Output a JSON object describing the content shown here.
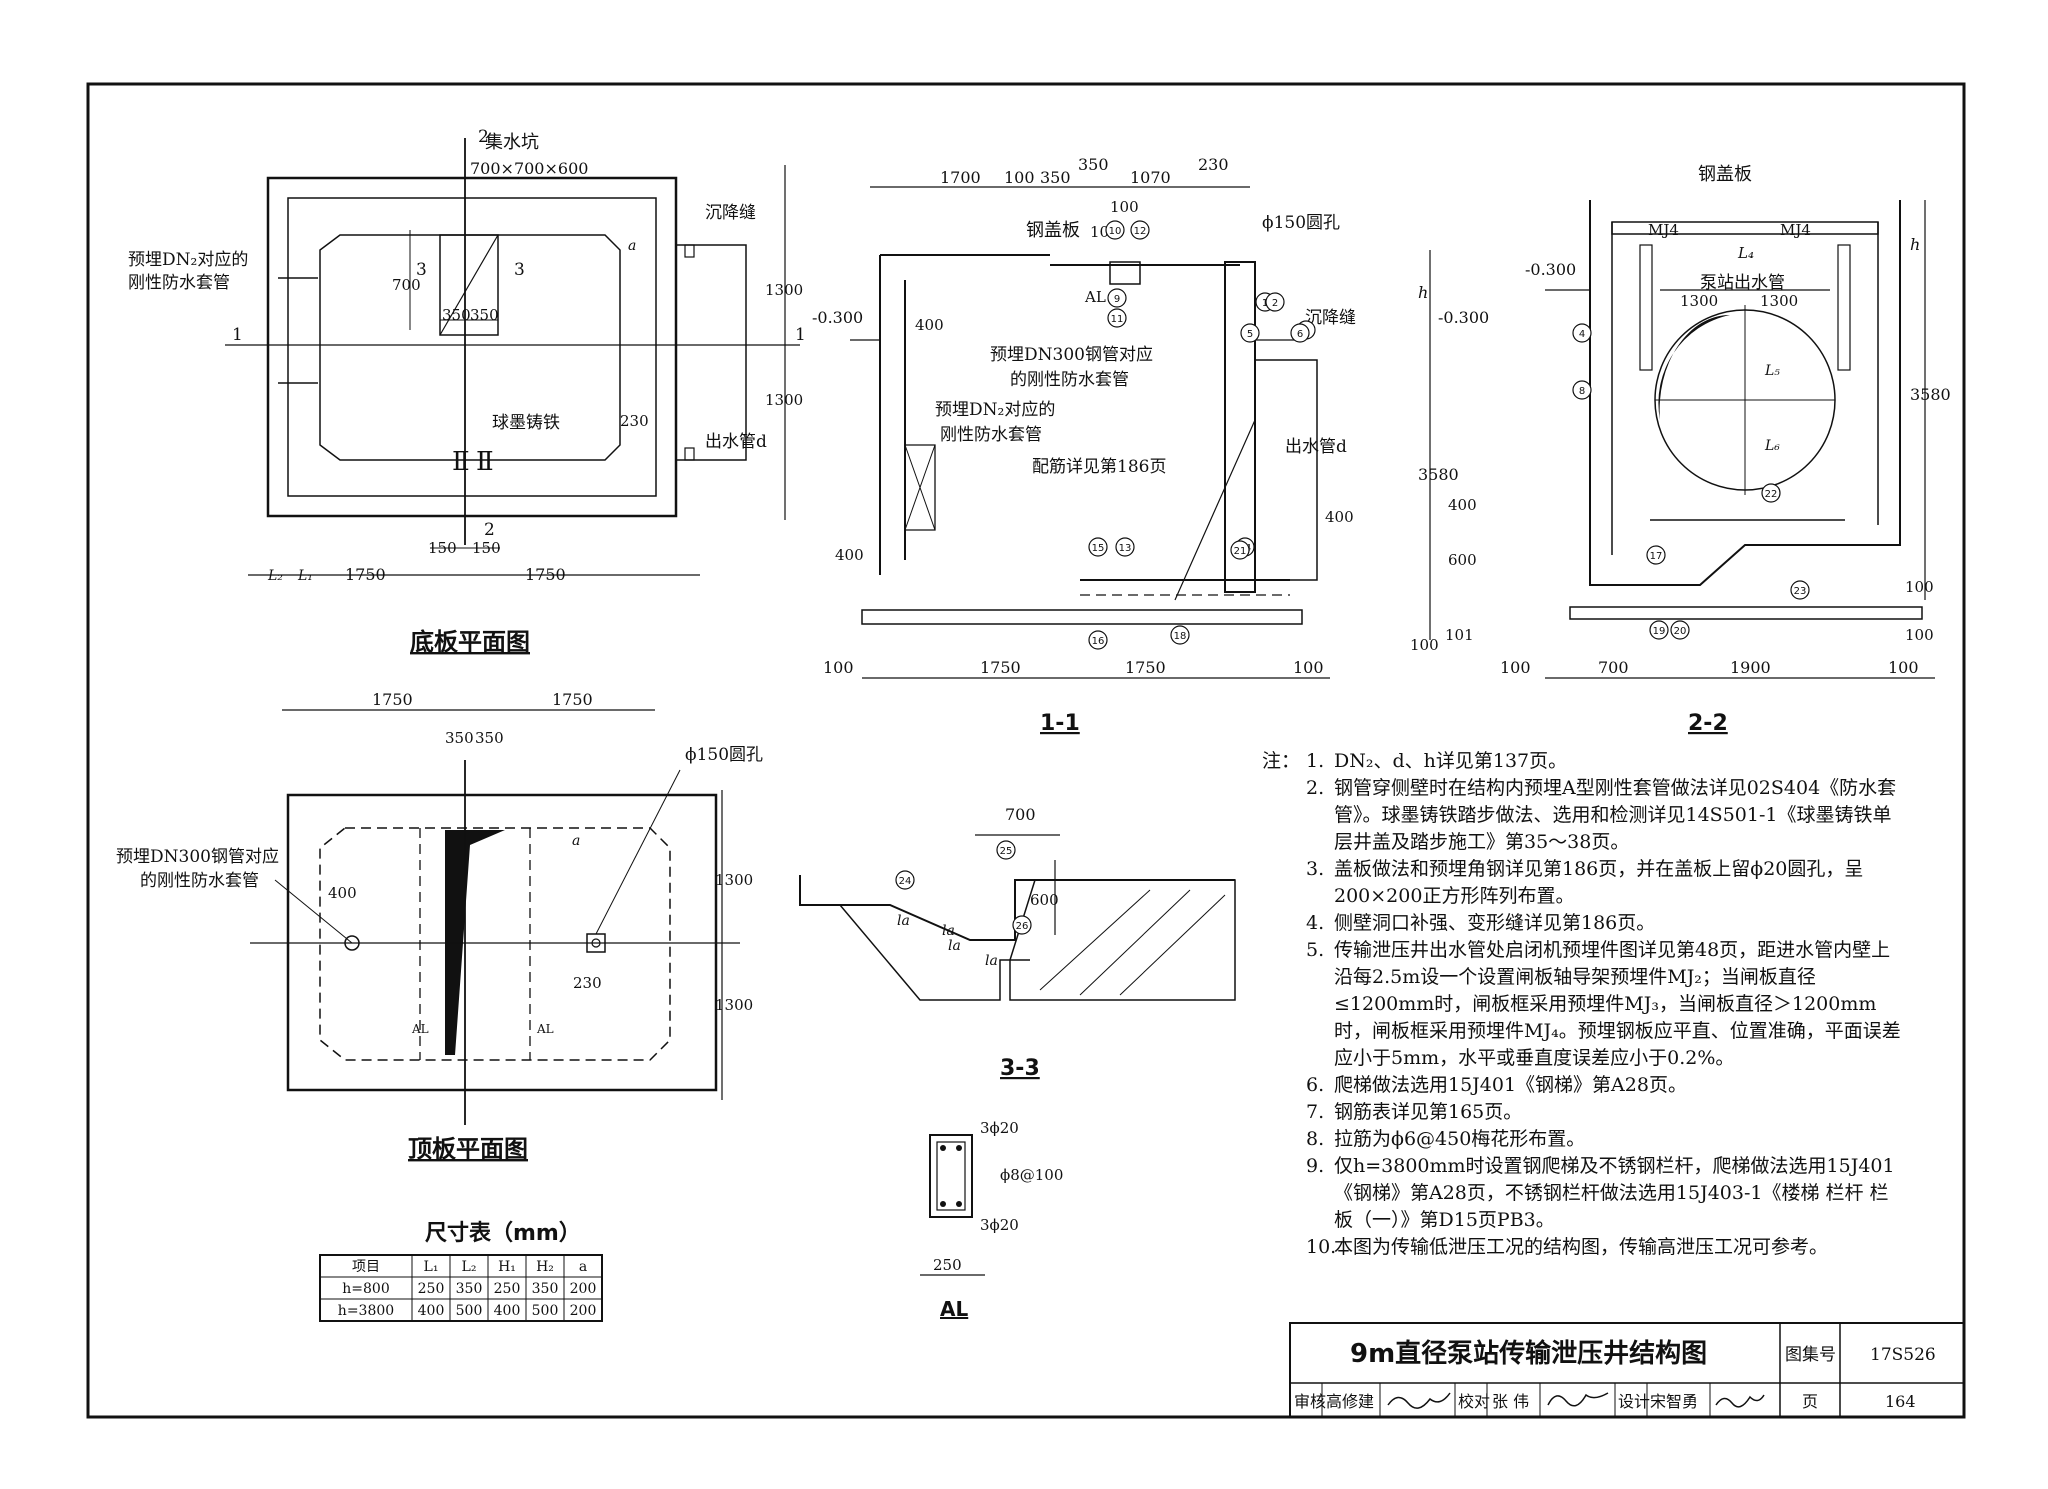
{
  "views": {
    "base_plan": {
      "title": "底板平面图",
      "sump_label": "集水坑",
      "sump_size": "700×700×600",
      "sleeve_label_1": "预埋DN₂对应的",
      "sleeve_label_2": "刚性防水套管",
      "settlement_joint": "沉降缝",
      "cast_iron_steps": "球墨铸铁",
      "outlet_pipe": "出水管d",
      "section_2": "2",
      "section_1": "1",
      "section_3": "3",
      "dims": {
        "d700": "700",
        "d350a": "350",
        "d350b": "350",
        "d1300a": "1300",
        "d1300b": "1300",
        "d230": "230",
        "d150a": "150",
        "d150b": "150",
        "d1750a": "1750",
        "d1750b": "1750",
        "a": "a",
        "L1": "L₁",
        "L2": "L₂"
      }
    },
    "top_plan": {
      "title": "顶板平面图",
      "hole_label": "ϕ150圆孔",
      "sleeve_label_1": "预埋DN300钢管对应",
      "sleeve_label_2": "的刚性防水套管",
      "AL": "AL",
      "dims": {
        "d1750a": "1750",
        "d1750b": "1750",
        "d350a": "350",
        "d350b": "350",
        "d400": "400",
        "d1300a": "1300",
        "d1300b": "1300",
        "d230": "230",
        "a": "a"
      }
    },
    "section_11": {
      "title": "1-1",
      "steel_cover": "钢盖板",
      "hole_label": "ϕ150圆孔",
      "settlement_joint": "沉降缝",
      "elev": "-0.300",
      "sleeve300_1": "预埋DN300钢管对应",
      "sleeve300_2": "的刚性防水套管",
      "sleeveDN_1": "预埋DN₂对应的",
      "sleeveDN_2": "刚性防水套管",
      "rebar_ref": "配筋详见第186页",
      "outlet_pipe": "出水管d",
      "AL": "AL",
      "h": "h",
      "dims": {
        "d1700": "1700",
        "d100a": "100",
        "d350": "350",
        "d350b": "350",
        "d1070": "1070",
        "d230": "230",
        "d100b": "100",
        "d100c": "100",
        "d400a": "400",
        "d400b": "400",
        "d400c": "400",
        "d3580": "3580",
        "d1750a": "1750",
        "d1750b": "1750",
        "d100d": "100",
        "d100e": "100",
        "d100f": "100"
      }
    },
    "section_22": {
      "title": "2-2",
      "steel_cover": "钢盖板",
      "elev": "-0.300",
      "mj4a": "MJ4",
      "mj4b": "MJ4",
      "L4": "L₄",
      "outlet_label": "泵站出水管",
      "L5": "L₅",
      "L6": "L₆",
      "h": "h",
      "dims": {
        "d1300a": "1300",
        "d1300b": "1300",
        "d3580": "3580",
        "d400": "400",
        "d600": "600",
        "d100a": "100",
        "d101": "101",
        "d100b": "100",
        "d700": "700",
        "d1900": "1900",
        "d100c": "100",
        "d100d": "100"
      }
    },
    "section_33": {
      "title": "3-3",
      "dims": {
        "d700": "700",
        "d600": "600",
        "la1": "la",
        "la2": "la",
        "la3": "la",
        "la4": "la"
      }
    },
    "AL_detail": {
      "title": "AL",
      "top_bars": "3ϕ20",
      "stirrups": "ϕ8@100",
      "bottom_bars": "3ϕ20",
      "width": "250"
    }
  },
  "callouts": [
    "1",
    "2",
    "3",
    "4",
    "5",
    "6",
    "8",
    "9",
    "10",
    "11",
    "12",
    "13",
    "14",
    "15",
    "16",
    "17",
    "18",
    "19",
    "20",
    "21",
    "22",
    "23",
    "24",
    "25",
    "26"
  ],
  "dimension_table": {
    "title": "尺寸表（mm）",
    "headers": [
      "项目",
      "L₁",
      "L₂",
      "H₁",
      "H₂",
      "a"
    ],
    "rows": [
      [
        "h=800",
        "250",
        "350",
        "250",
        "350",
        "200"
      ],
      [
        "h=3800",
        "400",
        "500",
        "400",
        "500",
        "200"
      ]
    ]
  },
  "notes": {
    "prefix": "注：",
    "items": [
      {
        "n": "1.",
        "text": "DN₂、d、h详见第137页。"
      },
      {
        "n": "2.",
        "text": "钢管穿侧壁时在结构内预埋A型刚性套管做法详见02S404《防水套管》。球墨铸铁踏步做法、选用和检测详见14S501-1《球墨铸铁单层井盖及踏步施工》第35～38页。"
      },
      {
        "n": "3.",
        "text": "盖板做法和预埋角钢详见第186页，并在盖板上留ϕ20圆孔，呈200×200正方形阵列布置。"
      },
      {
        "n": "4.",
        "text": "侧壁洞口补强、变形缝详见第186页。"
      },
      {
        "n": "5.",
        "text": "传输泄压井出水管处启闭机预埋件图详见第48页，距进水管内壁上沿每2.5m设一个设置闸板轴导架预埋件MJ₂；当闸板直径≤1200mm时，闸板框采用预埋件MJ₃，当闸板直径＞1200mm时，闸板框采用预埋件MJ₄。预埋钢板应平直、位置准确，平面误差应小于5mm，水平或垂直度误差应小于0.2%。"
      },
      {
        "n": "6.",
        "text": "爬梯做法选用15J401《钢梯》第A28页。"
      },
      {
        "n": "7.",
        "text": "钢筋表详见第165页。"
      },
      {
        "n": "8.",
        "text": "拉筋为ϕ6@450梅花形布置。"
      },
      {
        "n": "9.",
        "text": "仅h=3800mm时设置钢爬梯及不锈钢栏杆，爬梯做法选用15J401《钢梯》第A28页，不锈钢栏杆做法选用15J403-1《楼梯 栏杆 栏板（一）》第D15页PB3。"
      },
      {
        "n": "10.",
        "text": "本图为传输低泄压工况的结构图，传输高泄压工况可参考。"
      }
    ]
  },
  "title_block": {
    "title": "9m直径泵站传输泄压井结构图",
    "atlas_label": "图集号",
    "atlas_no": "17S526",
    "review_label": "审核",
    "reviewer": "高修建",
    "check_label": "校对",
    "checker": "张 伟",
    "design_label": "设计",
    "designer": "宋智勇",
    "page_label": "页",
    "page_no": "164"
  }
}
